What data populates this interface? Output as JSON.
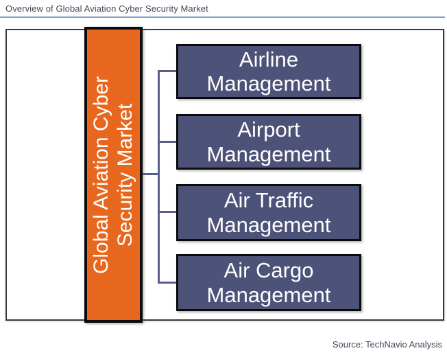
{
  "page": {
    "title": "Overview of Global Aviation Cyber Security Market",
    "source": "Source: TechNavio Analysis"
  },
  "diagram": {
    "root": {
      "label": "Global Aviation Cyber Security Market",
      "lines": [
        "Global Aviation Cyber",
        "Security Market"
      ]
    },
    "nodes": [
      {
        "label": "Airline Management",
        "lines": [
          "Airline",
          "Management"
        ]
      },
      {
        "label": "Airport Management",
        "lines": [
          "Airport",
          "Management"
        ]
      },
      {
        "label": "Air Traffic Management",
        "lines": [
          "Air Traffic",
          "Management"
        ]
      },
      {
        "label": "Air Cargo Management",
        "lines": [
          "Air Cargo",
          "Management"
        ]
      }
    ]
  },
  "colors": {
    "root_fill": "#E8671E",
    "node_fill": "#4D5278",
    "connector": "#585E8A",
    "divider": "#84A1C3",
    "title_text": "#424959",
    "border_black": "#0B0B0B",
    "canvas_border": "#3A3A3A",
    "shape_text": "#FFFFFF"
  }
}
